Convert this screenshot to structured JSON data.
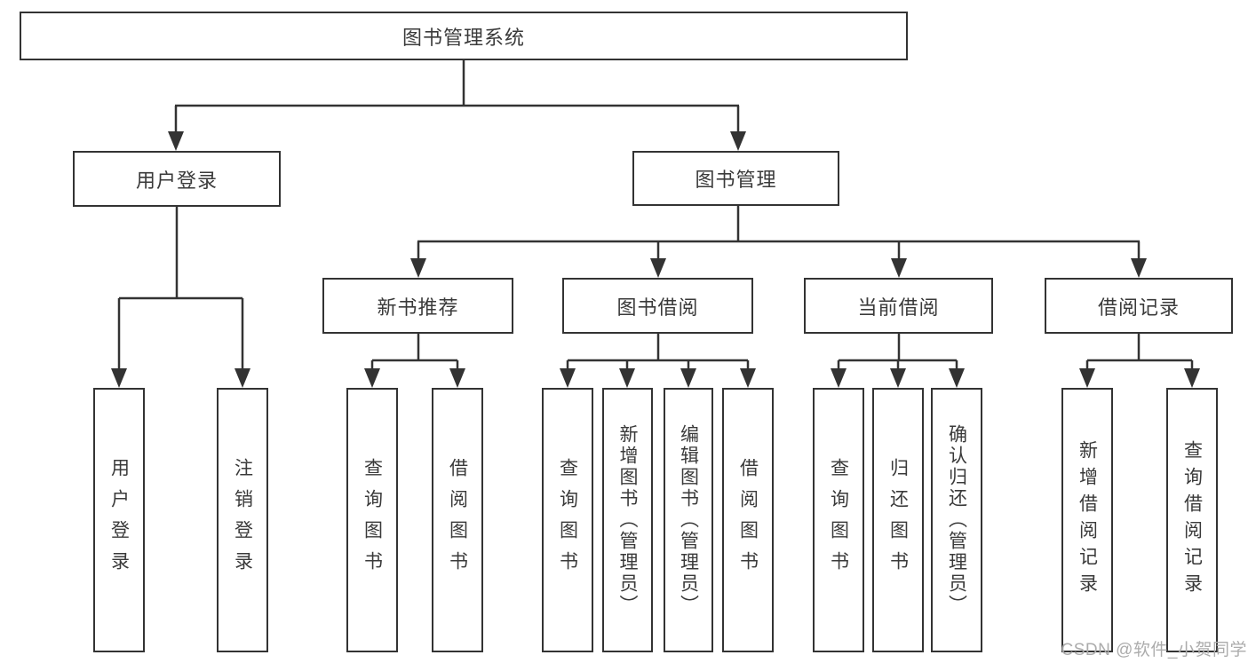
{
  "tree": {
    "label": "图书管理系统",
    "children": [
      {
        "label": "用户登录",
        "children": [
          {
            "label": "用户登录"
          },
          {
            "label": "注销登录"
          }
        ]
      },
      {
        "label": "图书管理",
        "children": [
          {
            "label": "新书推荐",
            "children": [
              {
                "label": "查询图书"
              },
              {
                "label": "借阅图书"
              }
            ]
          },
          {
            "label": "图书借阅",
            "children": [
              {
                "label": "查询图书"
              },
              {
                "label": "新增图书（管理员）"
              },
              {
                "label": "编辑图书（管理员）"
              },
              {
                "label": "借阅图书"
              }
            ]
          },
          {
            "label": "当前借阅",
            "children": [
              {
                "label": "查询图书"
              },
              {
                "label": "归还图书"
              },
              {
                "label": "确认归还（管理员）"
              }
            ]
          },
          {
            "label": "借阅记录",
            "children": [
              {
                "label": "新增借阅记录"
              },
              {
                "label": "查询借阅记录"
              }
            ]
          }
        ]
      }
    ]
  },
  "watermark": {
    "text": "CSDN @软件_小贺同学"
  },
  "colors": {
    "stroke": "#333333",
    "node_background": "#ffffff",
    "node_text": "#3a3a3a",
    "watermark_text": "#acacac"
  }
}
